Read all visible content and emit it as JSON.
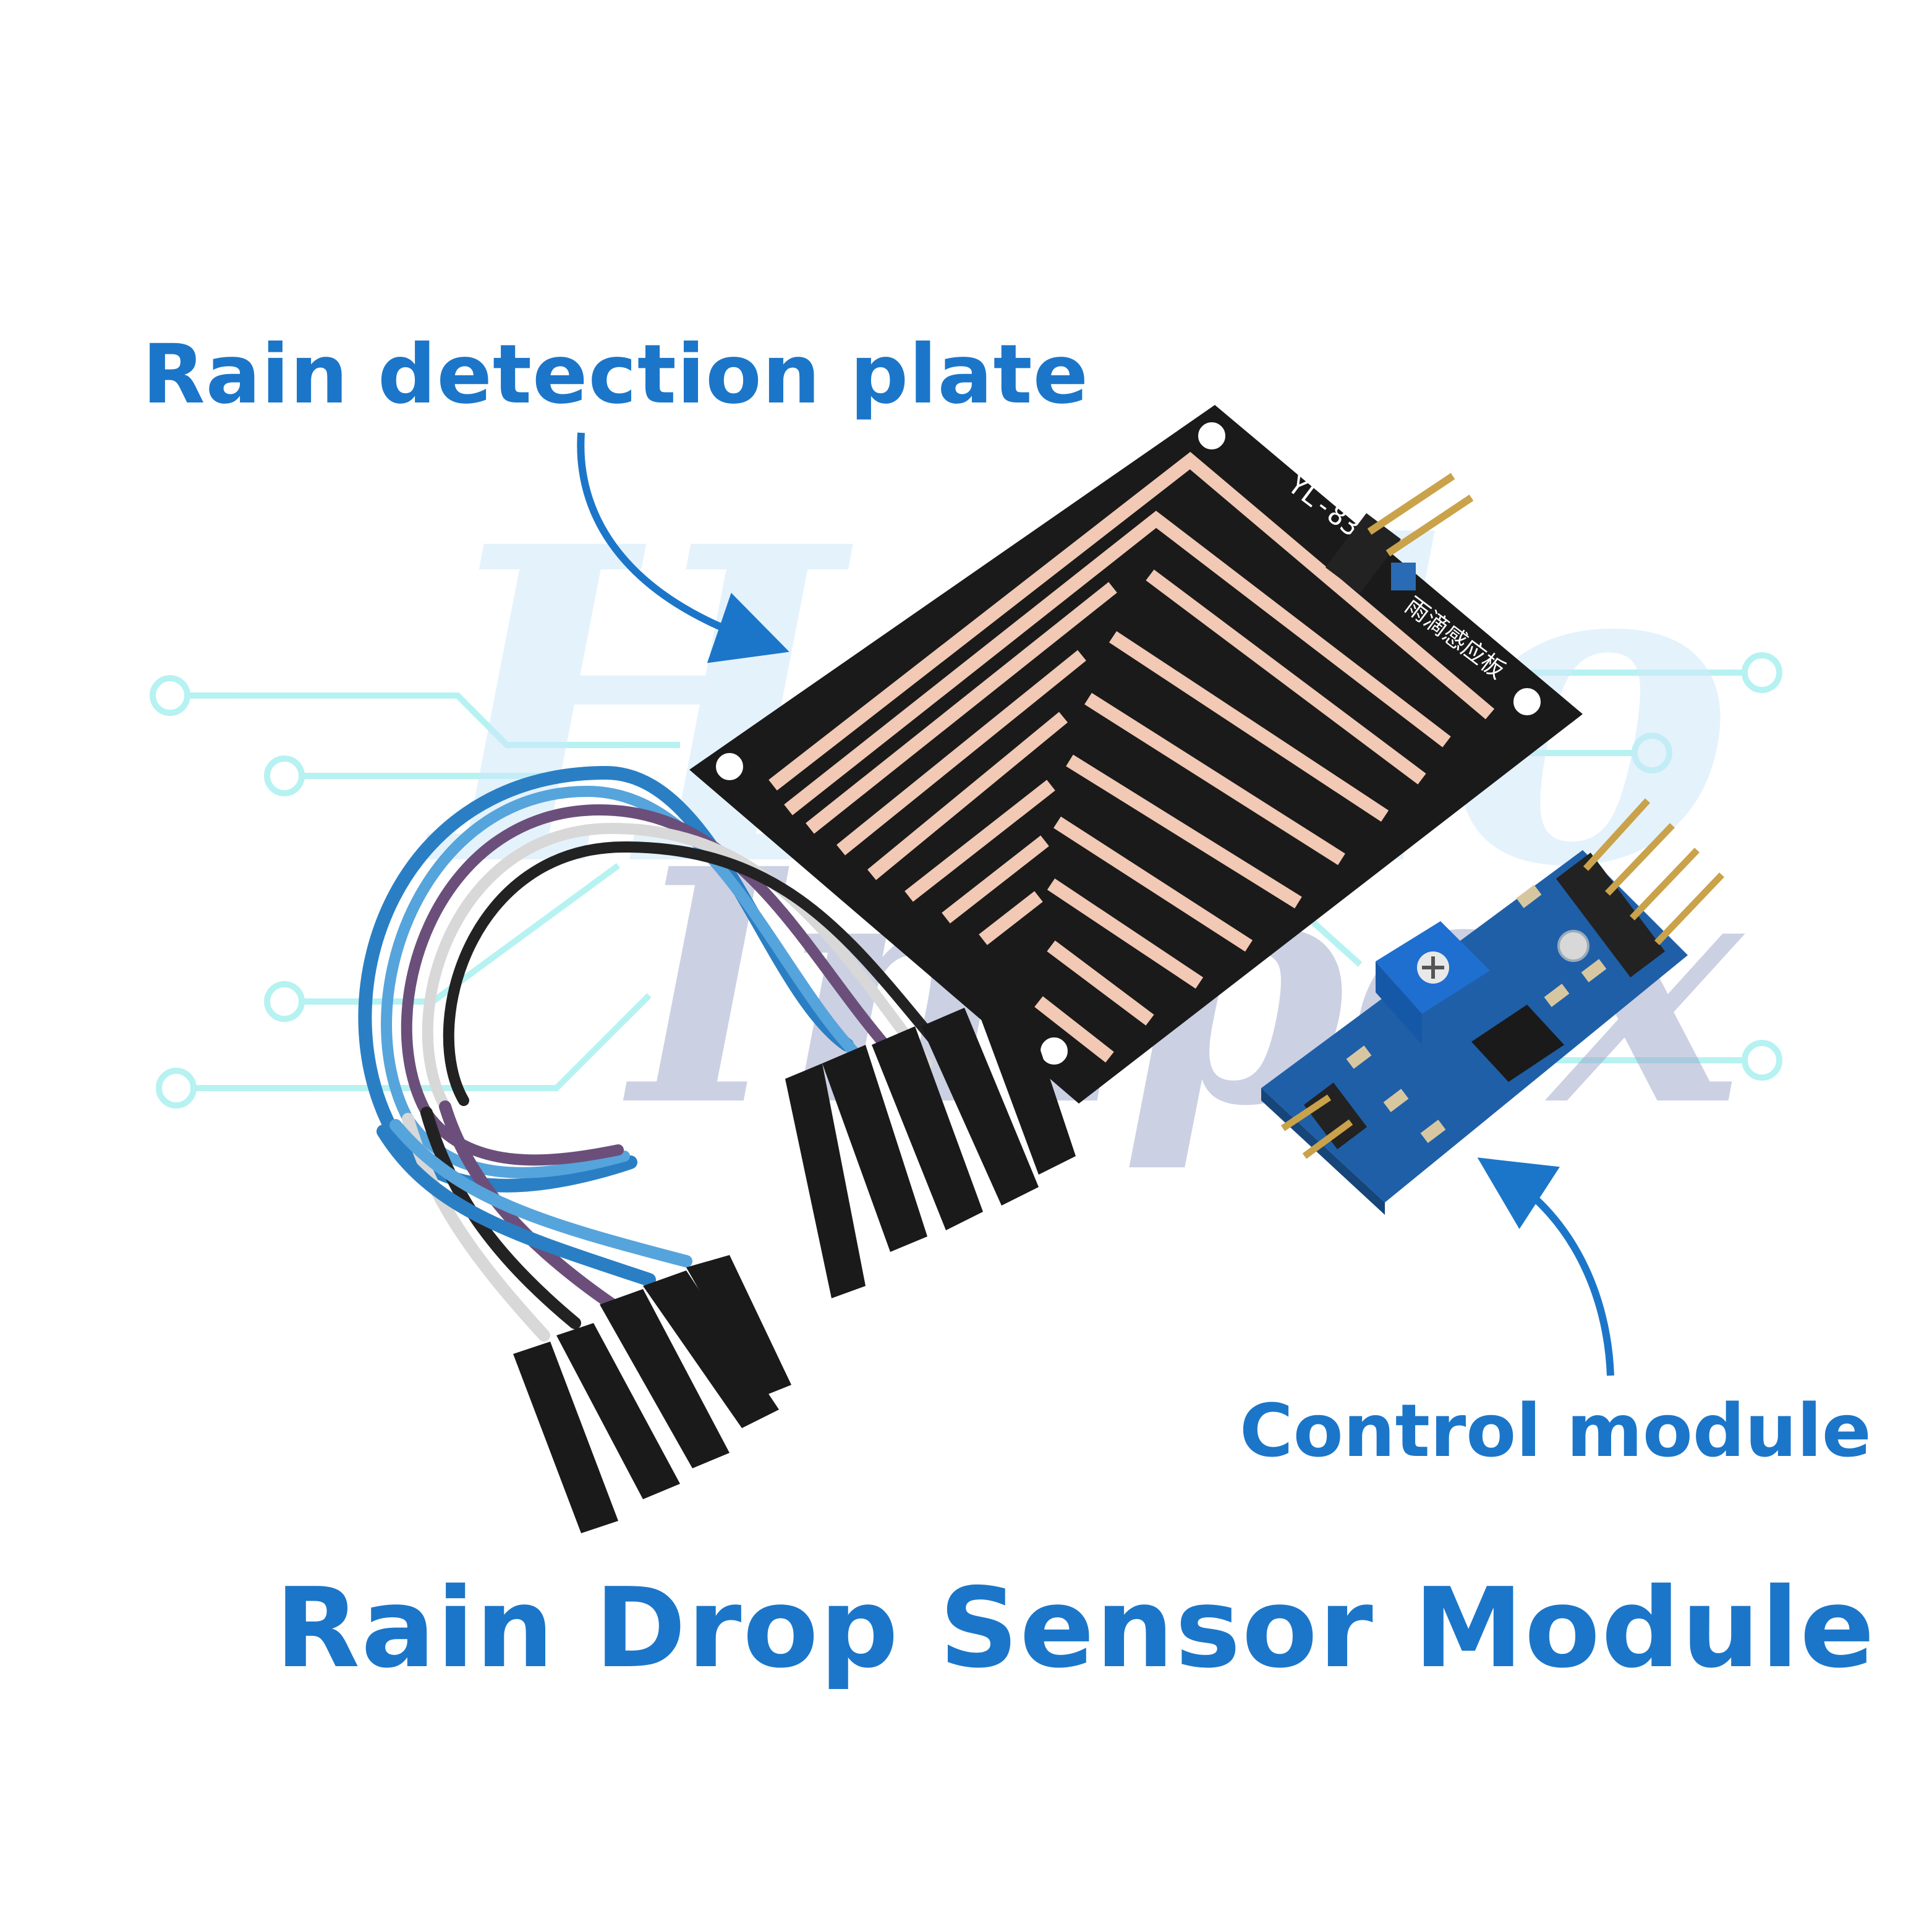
{
  "labels": {
    "plate": "Rain detection plate",
    "control": "Control module",
    "title": "Rain Drop Sensor Module"
  },
  "board_markings": {
    "plate_model": "YL-83",
    "plate_chinese": "雨滴感应板"
  },
  "watermark": {
    "line1": "Hello",
    "line2": "Impex"
  },
  "colors": {
    "label_blue": "#1b76c9",
    "circuit_cyan": "#aaf0f0",
    "plate_black": "#1a1a1a",
    "copper": "#f2c9b4",
    "pcb_blue": "#1f5fa8",
    "potentiometer_blue": "#1e6fd0",
    "wire_blue": "#2a7fc4",
    "wire_light_blue": "#56a4dc",
    "wire_purple": "#6b4f7a",
    "wire_white": "#d8d8d8",
    "wire_black": "#222222"
  }
}
